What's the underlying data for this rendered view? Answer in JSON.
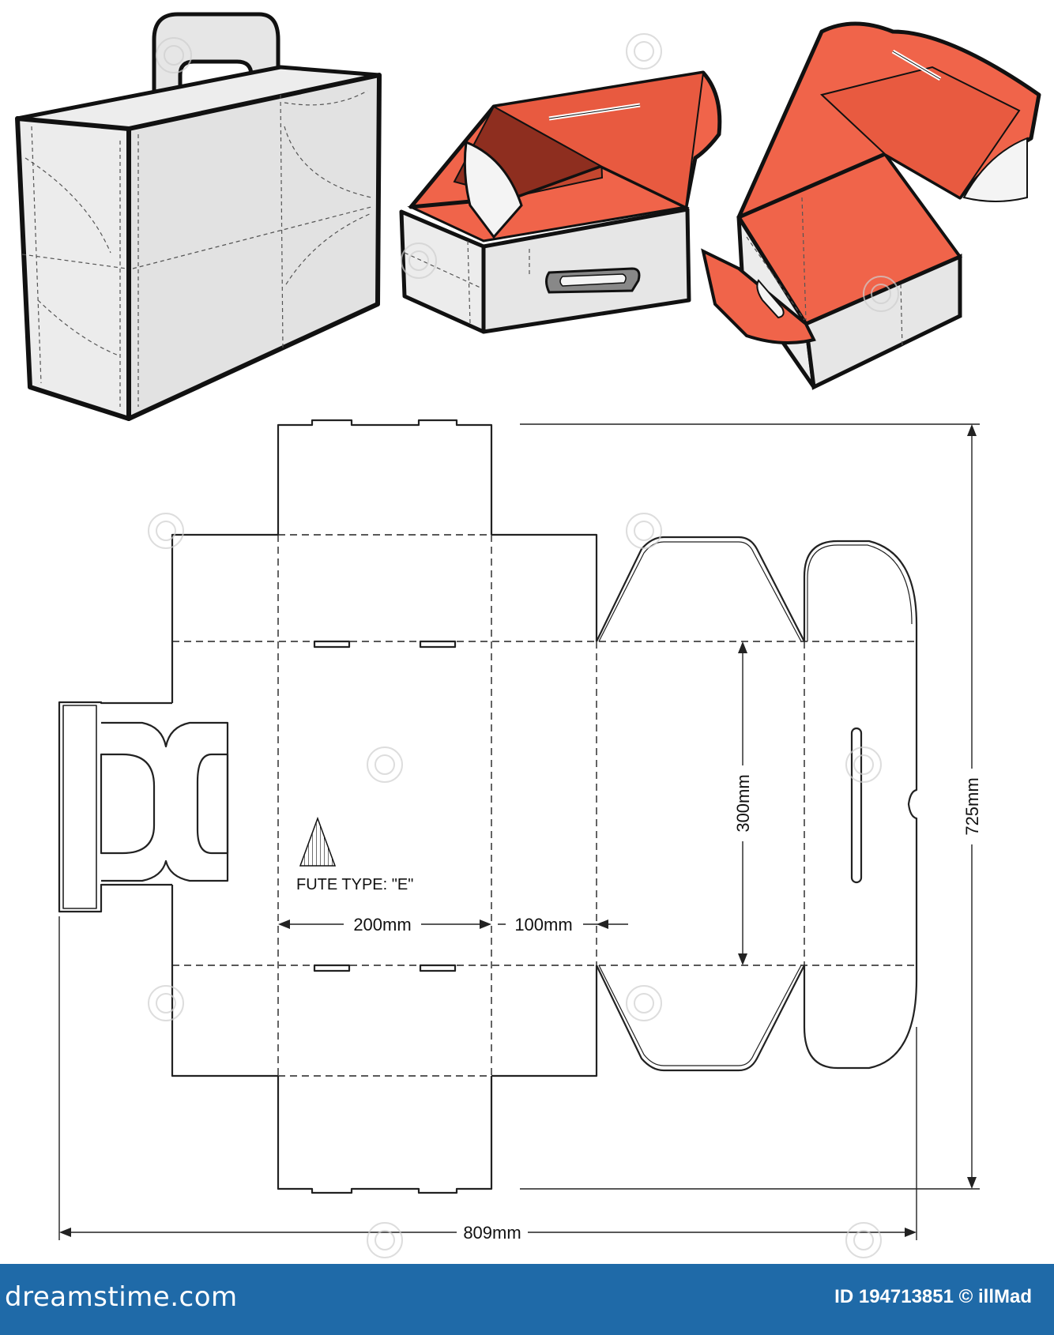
{
  "dimensions": {
    "total_width": "809mm",
    "total_height": "725mm",
    "depth": "300mm",
    "length": "200mm",
    "width": "100mm"
  },
  "flute_type": "FUTE TYPE: \"E\"",
  "footer": {
    "brand": "dreamstime.com",
    "credit": "ID 194713851 © illMad"
  },
  "colors": {
    "interior": "#f0644a",
    "interior_dark": "#8e2e1f",
    "interior_mid": "#c4472f",
    "panel": "#e4e4e4",
    "outline": "#111111",
    "footer_bg": "#1f6aa8"
  },
  "icons": [
    "flute-triangle-icon",
    "watermark-spiral-icon"
  ]
}
